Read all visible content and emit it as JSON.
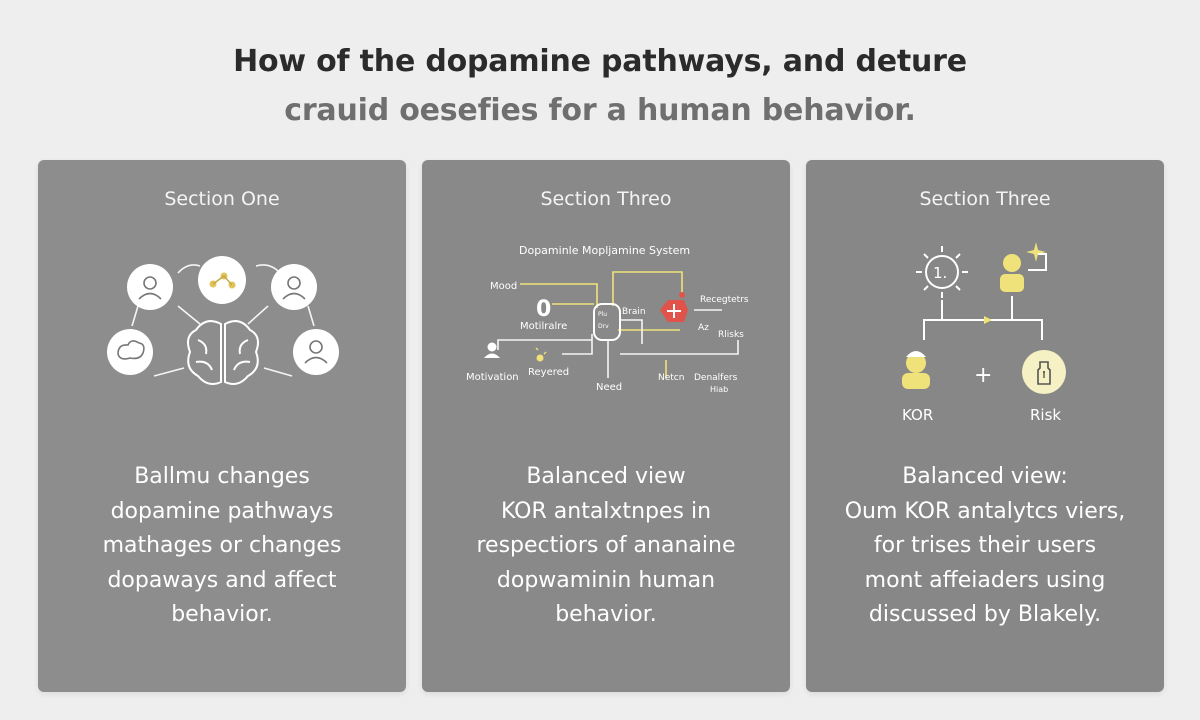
{
  "header": {
    "title_line_1": "How of the dopamine pathways, and deture",
    "title_line_2": "crauid oesefies for a human behavior."
  },
  "colors": {
    "background": "#eeeeee",
    "panel": "#8a8a8a",
    "accent_yellow": "#f0e27a",
    "accent_red": "#e0524a",
    "title_dark": "#2b2b2b",
    "title_gray": "#6f6f6f"
  },
  "panels": [
    {
      "heading": "Section One",
      "diagram": {
        "icons": [
          "person-icon",
          "connections-icon",
          "person-icon",
          "brain-cloud-icon",
          "brain-icon",
          "person-icon"
        ]
      },
      "body": [
        "Ballmu changes",
        "dopamine pathways",
        "mathages or changes",
        "dopaways and affect",
        "behavior."
      ]
    },
    {
      "heading": "Section Threo",
      "diagram": {
        "title": "Dopaminle Mopljamine System",
        "labels": {
          "mood": "Mood",
          "zero": "0",
          "motivation_top": "Motilralre",
          "brain": "Brain",
          "brain_box_1": "Plu",
          "brain_box_2": "Drv",
          "receptors": "Recegtetrs",
          "rz": "Az",
          "risks": "Rlisks",
          "motivation_bottom": "Motivation",
          "reward": "Reyered",
          "need": "Need",
          "return_1": "Netcn",
          "return_2": "Denalfers",
          "return_3": "Hiab"
        },
        "icons": [
          "person-icon",
          "sparkle-icon",
          "brain-box-icon",
          "plus-shield-icon"
        ]
      },
      "body": [
        "Balanced view",
        "KOR antalxtnpes in",
        "respectiors of ananaine",
        "dopwaminin human",
        "behavior."
      ]
    },
    {
      "heading": "Section Three",
      "diagram": {
        "gear_label": "1.",
        "plus": "+",
        "label_left": "KOR",
        "label_right": "Risk",
        "icons": [
          "gear-icon",
          "person-icon",
          "sparkle-icon",
          "person-icon",
          "plus-icon",
          "bottle-icon"
        ]
      },
      "body": [
        "Balanced view:",
        "Oum KOR antalytcs viers,",
        "for trises their users",
        "mont affeiaders using",
        "discussed by Blakely."
      ]
    }
  ]
}
